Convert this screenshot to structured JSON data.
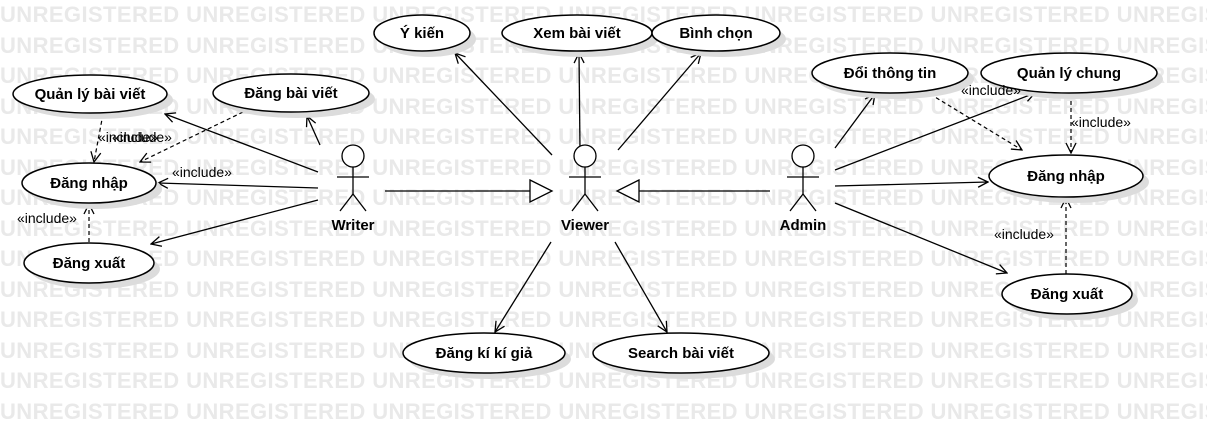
{
  "watermark": {
    "text": "UNREGISTERED",
    "color": "#e9e9e9"
  },
  "stereotype": "«include»",
  "actors": [
    {
      "id": "writer",
      "label": "Writer"
    },
    {
      "id": "viewer",
      "label": "Viewer"
    },
    {
      "id": "admin",
      "label": "Admin"
    }
  ],
  "use_cases": [
    {
      "id": "y_kien",
      "label": "Ý kiến"
    },
    {
      "id": "xem_bai_viet",
      "label": "Xem bài viết"
    },
    {
      "id": "binh_chon",
      "label": "Bình chọn"
    },
    {
      "id": "quan_ly_bai_viet",
      "label": "Quản lý bài viết"
    },
    {
      "id": "dang_bai_viet",
      "label": "Đăng bài viết"
    },
    {
      "id": "dang_nhap_w",
      "label": "Đăng nhập"
    },
    {
      "id": "dang_xuat_w",
      "label": "Đăng xuất"
    },
    {
      "id": "doi_thong_tin",
      "label": "Đổi thông tin"
    },
    {
      "id": "quan_ly_chung",
      "label": "Quản lý chung"
    },
    {
      "id": "dang_nhap_a",
      "label": "Đăng nhập"
    },
    {
      "id": "dang_xuat_a",
      "label": "Đăng xuất"
    },
    {
      "id": "dang_ki_ki_gia",
      "label": "Đăng kí kí giả"
    },
    {
      "id": "search_bai_viet",
      "label": "Search bài viết"
    }
  ],
  "associations": [
    {
      "from": "writer",
      "to": "quan_ly_bai_viet"
    },
    {
      "from": "writer",
      "to": "dang_bai_viet"
    },
    {
      "from": "writer",
      "to": "dang_nhap_w"
    },
    {
      "from": "writer",
      "to": "dang_xuat_w"
    },
    {
      "from": "viewer",
      "to": "y_kien"
    },
    {
      "from": "viewer",
      "to": "xem_bai_viet"
    },
    {
      "from": "viewer",
      "to": "binh_chon"
    },
    {
      "from": "viewer",
      "to": "dang_ki_ki_gia"
    },
    {
      "from": "viewer",
      "to": "search_bai_viet"
    },
    {
      "from": "admin",
      "to": "doi_thong_tin"
    },
    {
      "from": "admin",
      "to": "quan_ly_chung"
    },
    {
      "from": "admin",
      "to": "dang_nhap_a"
    },
    {
      "from": "admin",
      "to": "dang_xuat_a"
    }
  ],
  "generalizations": [
    {
      "from": "writer",
      "to": "viewer"
    },
    {
      "from": "admin",
      "to": "viewer"
    }
  ],
  "includes": [
    {
      "from": "quan_ly_bai_viet",
      "to": "dang_nhap_w"
    },
    {
      "from": "dang_bai_viet",
      "to": "dang_nhap_w"
    },
    {
      "from": "dang_xuat_w",
      "to": "dang_nhap_w"
    },
    {
      "from": "doi_thong_tin",
      "to": "dang_nhap_a"
    },
    {
      "from": "quan_ly_chung",
      "to": "dang_nhap_a"
    },
    {
      "from": "dang_xuat_a",
      "to": "dang_nhap_a"
    }
  ]
}
